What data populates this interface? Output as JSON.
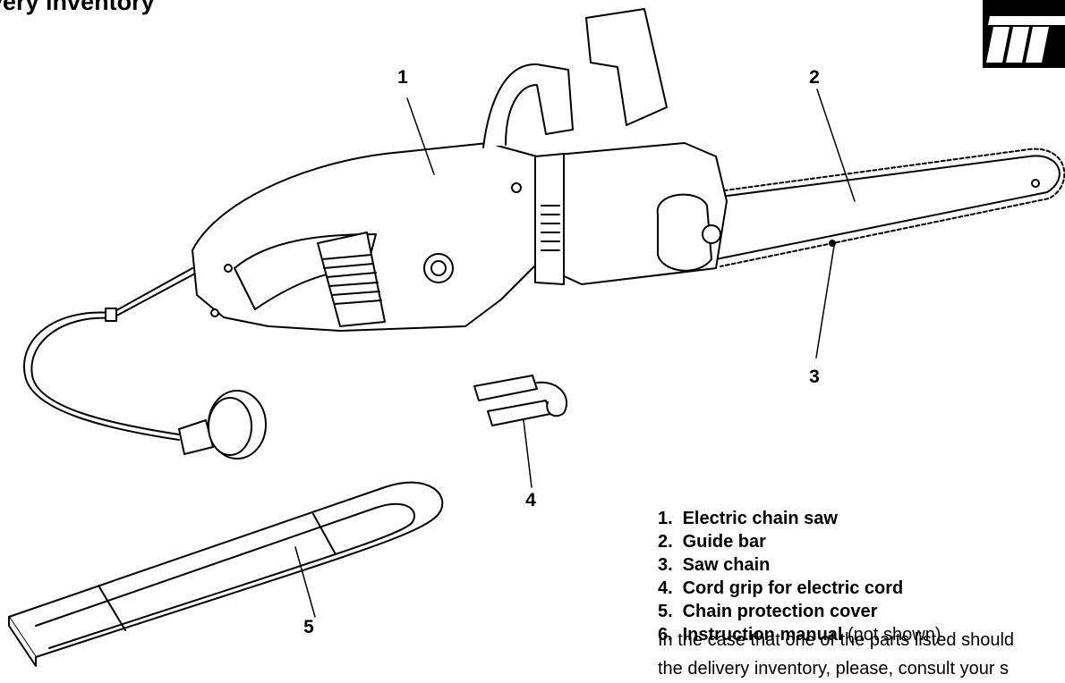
{
  "heading": "very inventory",
  "logo": {
    "icon": "brand-logo-icon",
    "color": "#000000"
  },
  "callouts": [
    "1",
    "2",
    "3",
    "4",
    "5"
  ],
  "legend": [
    {
      "num": "1.",
      "label": "Electric chain saw",
      "suffix": ""
    },
    {
      "num": "2.",
      "label": "Guide bar",
      "suffix": ""
    },
    {
      "num": "3.",
      "label": "Saw chain",
      "suffix": ""
    },
    {
      "num": "4.",
      "label": "Cord grip for electric cord",
      "suffix": ""
    },
    {
      "num": "5.",
      "label": "Chain protection cover",
      "suffix": ""
    },
    {
      "num": "6.",
      "label": "Instruction manual",
      "suffix": " (not shown)"
    }
  ],
  "note": {
    "line1": "In the case that one of the parts listed should",
    "line2": "the delivery inventory, please, consult your s"
  }
}
